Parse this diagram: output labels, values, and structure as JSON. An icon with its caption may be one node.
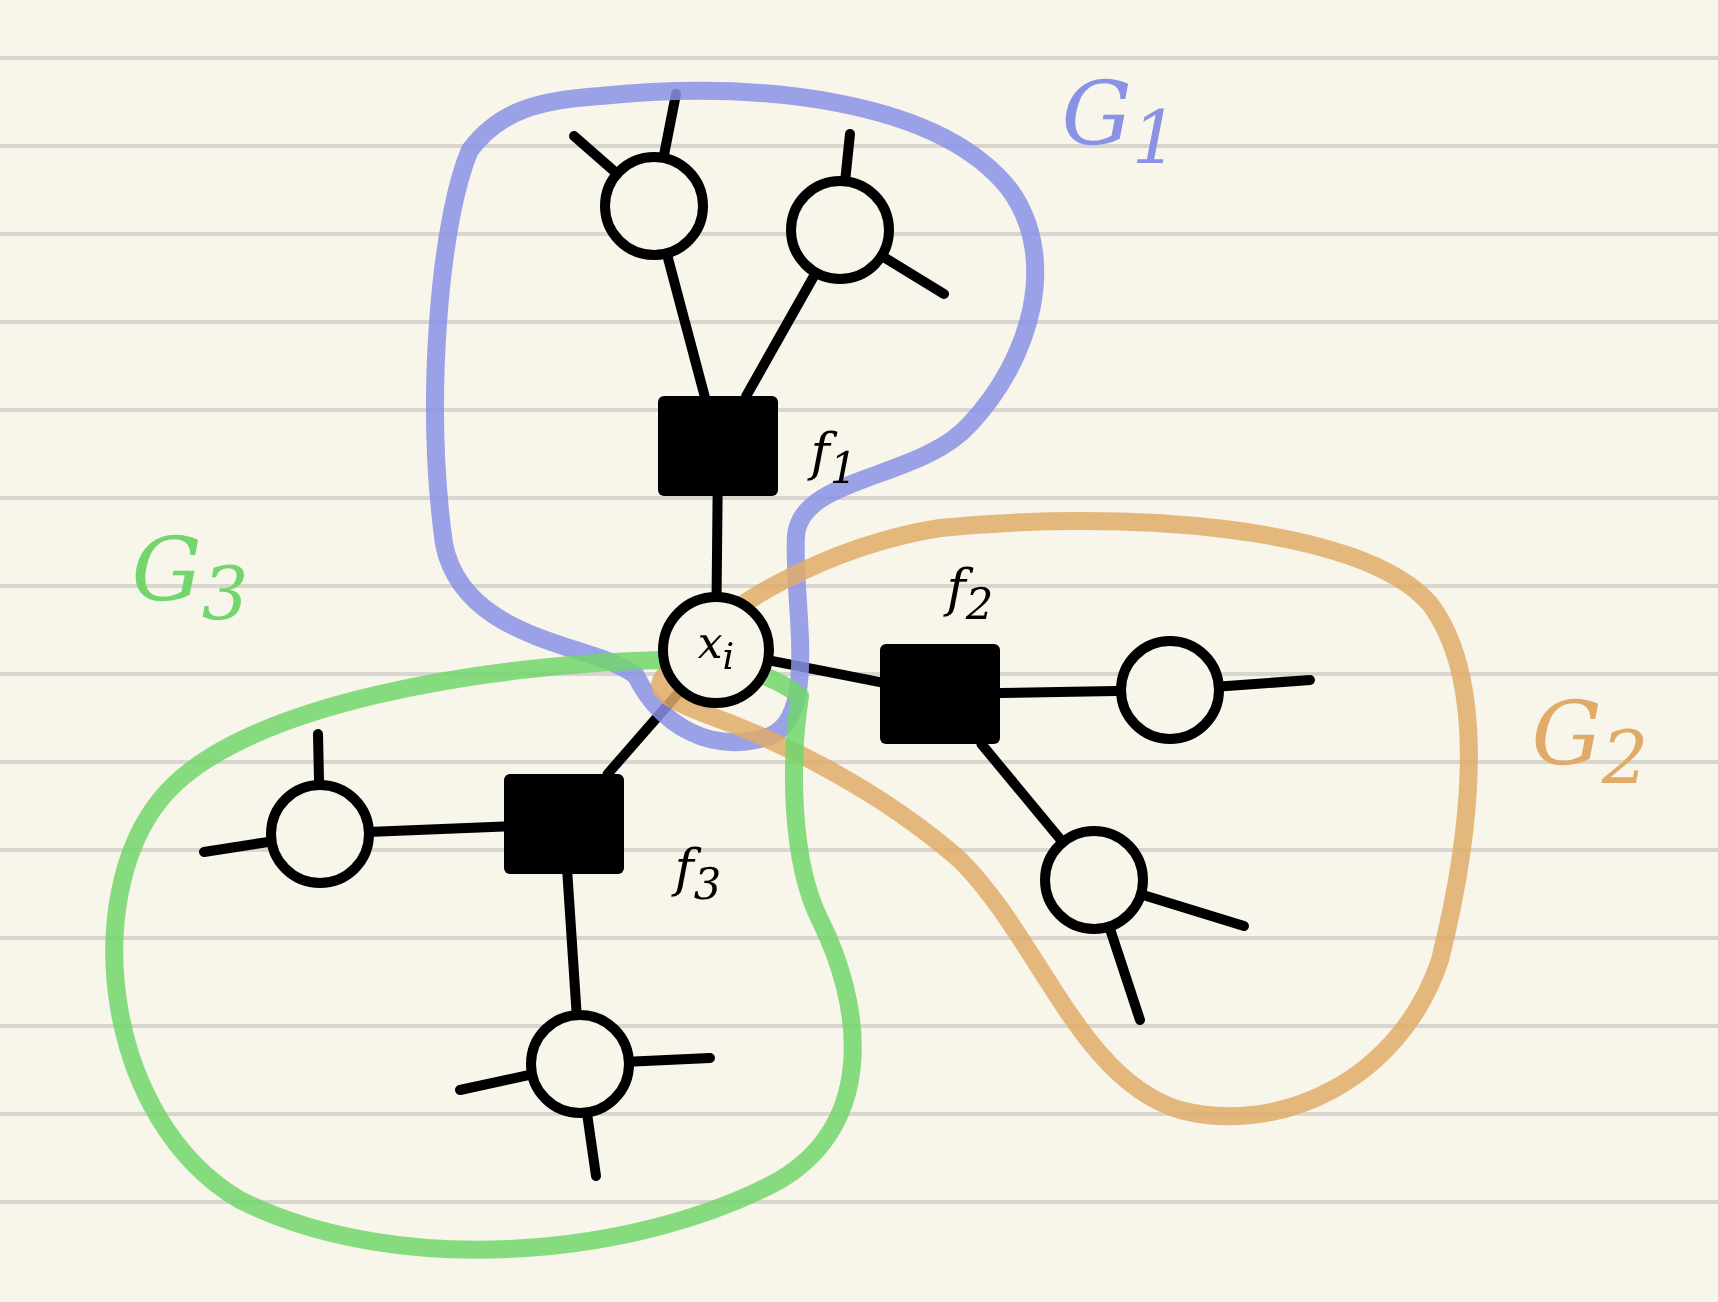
{
  "diagram": {
    "nodes": [
      {
        "text": [
          "G$_{1}$"
        ]
      },
      {
        "text": [],
        "shape": "circle",
        "in": 0
      },
      {
        "text": [],
        "shape": "circle",
        "in": 0
      },
      {
        "text": [],
        "shape": "box",
        "in": 0,
        "beside": [
          "f$_{1}$"
        ]
      },
      {
        "text": [
          "x$_{i}$"
        ]
      },
      {
        "text": [
          "G$_{2}$"
        ]
      },
      {
        "text": [],
        "shape": "box",
        "in": 5,
        "beside": [
          "f$_{2}$"
        ]
      },
      {
        "text": [],
        "shape": "circle",
        "in": 5
      },
      {
        "text": [],
        "shape": "circle",
        "in": 5
      },
      {
        "text": [
          "G$_{3}$"
        ]
      },
      {
        "text": [],
        "shape": "circle",
        "in": 9
      },
      {
        "text": [],
        "shape": "box",
        "in": 9,
        "beside": [
          "f$_{3}$"
        ]
      },
      {
        "text": [],
        "shape": "circle",
        "in": 9
      }
    ],
    "edges": [
      {
        "from": 1,
        "to": 3,
        "arrow": "none"
      },
      {
        "from": 2,
        "to": 3,
        "arrow": "none"
      },
      {
        "from": 3,
        "to": 4,
        "arrow": "none"
      },
      {
        "from": 4,
        "to": 6,
        "arrow": "none"
      },
      {
        "from": 6,
        "to": 7,
        "arrow": "none"
      },
      {
        "from": 6,
        "to": 8,
        "arrow": "none"
      },
      {
        "from": 4,
        "to": 11,
        "arrow": "none"
      },
      {
        "from": 10,
        "to": 11,
        "arrow": "none"
      },
      {
        "from": 11,
        "to": 12,
        "arrow": "none"
      },
      {
        "from": 1,
        "to": null,
        "arrow": "none"
      },
      {
        "from": 1,
        "to": null,
        "arrow": "none"
      },
      {
        "from": 2,
        "to": null,
        "arrow": "none"
      },
      {
        "from": 2,
        "to": null,
        "arrow": "none"
      },
      {
        "from": 7,
        "to": null,
        "arrow": "none"
      },
      {
        "from": 8,
        "to": null,
        "arrow": "none"
      },
      {
        "from": 8,
        "to": null,
        "arrow": "none"
      },
      {
        "from": 10,
        "to": null,
        "arrow": "none"
      },
      {
        "from": 10,
        "to": null,
        "arrow": "none"
      },
      {
        "from": 12,
        "to": null,
        "arrow": "none"
      },
      {
        "from": 12,
        "to": null,
        "arrow": "none"
      },
      {
        "from": 12,
        "to": null,
        "arrow": "none"
      }
    ]
  }
}
